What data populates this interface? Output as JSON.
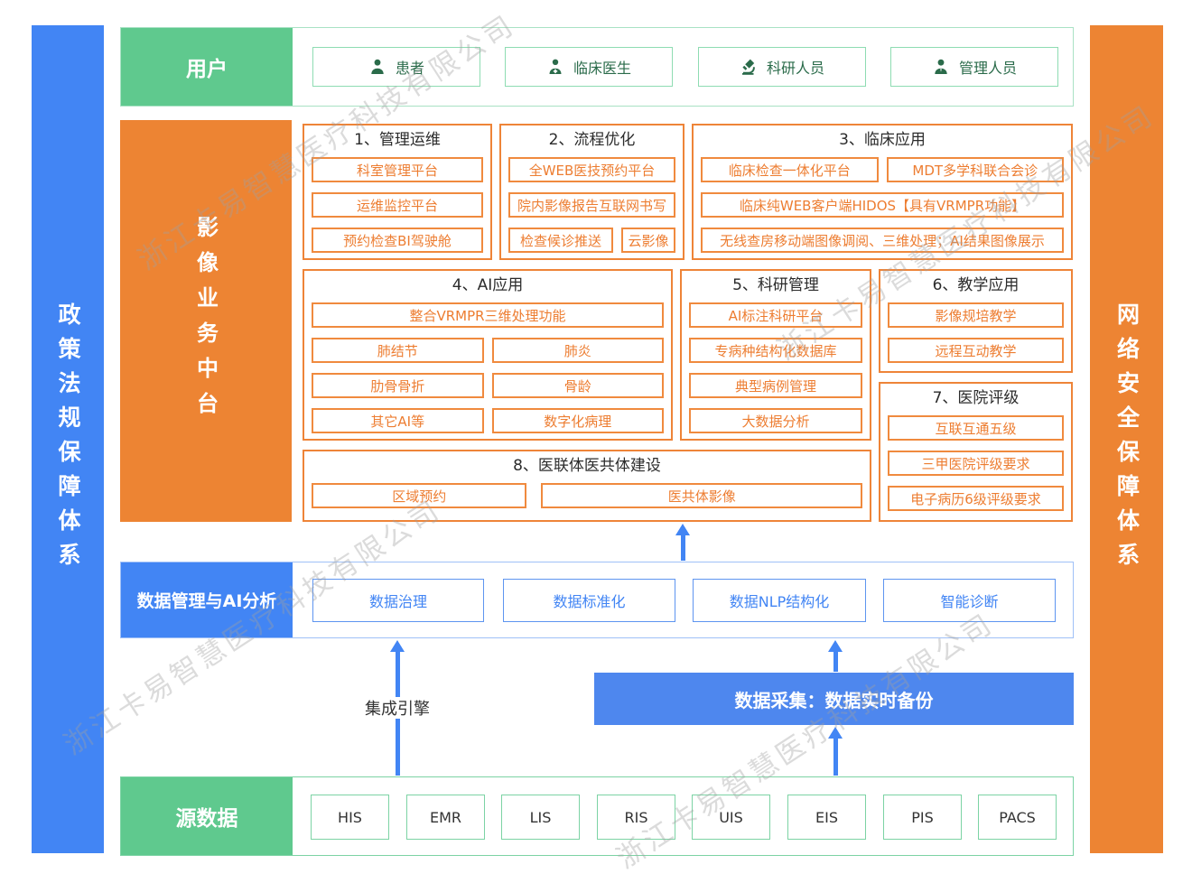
{
  "watermark": {
    "text": "浙江卡易智慧医疗科技有限公司"
  },
  "left_bar": {
    "label": "政策法规保障体系"
  },
  "right_bar": {
    "label": "网络安全保障体系"
  },
  "users_row": {
    "label": "用户",
    "items": [
      {
        "icon": "patient-icon",
        "label": "患者"
      },
      {
        "icon": "doctor-icon",
        "label": "临床医生"
      },
      {
        "icon": "microscope-icon",
        "label": "科研人员"
      },
      {
        "icon": "manager-icon",
        "label": "管理人员"
      }
    ]
  },
  "platform": {
    "label": "影像业务中台",
    "sections": {
      "s1": {
        "title": "1、管理运维",
        "items": [
          "科室管理平台",
          "运维监控平台",
          "预约检查BI驾驶舱"
        ]
      },
      "s2": {
        "title": "2、流程优化",
        "items": [
          "全WEB医技预约平台",
          "院内影像报告互联网书写"
        ],
        "pair": [
          "检查候诊推送",
          "云影像"
        ]
      },
      "s3": {
        "title": "3、临床应用",
        "pair": [
          "临床检查一体化平台",
          "MDT多学科联合会诊"
        ],
        "items": [
          "临床纯WEB客户端HIDOS【具有VRMPR功能】",
          "无线查房移动端图像调阅、三维处理；AI结果图像展示"
        ]
      },
      "s4": {
        "title": "4、AI应用",
        "full": "整合VRMPR三维处理功能",
        "pairs": [
          [
            "肺结节",
            "肺炎"
          ],
          [
            "肋骨骨折",
            "骨龄"
          ],
          [
            "其它AI等",
            "数字化病理"
          ]
        ]
      },
      "s5": {
        "title": "5、科研管理",
        "items": [
          "AI标注科研平台",
          "专病种结构化数据库",
          "典型病例管理",
          "大数据分析"
        ]
      },
      "s6": {
        "title": "6、教学应用",
        "items": [
          "影像规培教学",
          "远程互动教学"
        ]
      },
      "s7": {
        "title": "7、医院评级",
        "items": [
          "互联互通五级",
          "三甲医院评级要求",
          "电子病历6级评级要求"
        ]
      },
      "s8": {
        "title": "8、医联体医共体建设",
        "pair": [
          "区域预约",
          "医共体影像"
        ]
      }
    }
  },
  "data_mgmt_row": {
    "label": "数据管理与AI分析",
    "items": [
      "数据治理",
      "数据标准化",
      "数据NLP结构化",
      "智能诊断"
    ]
  },
  "middle": {
    "integration_label": "集成引擎",
    "collection_label": "数据采集：数据实时备份"
  },
  "source_row": {
    "label": "源数据",
    "items": [
      "HIS",
      "EMR",
      "LIS",
      "RIS",
      "UIS",
      "EIS",
      "PIS",
      "PACS"
    ]
  },
  "colors": {
    "green": "#5fc98e",
    "green_border": "#8edcb2",
    "green_text": "#2a6b4a",
    "orange": "#ed8433",
    "orange_text": "#ed7d31",
    "blue": "#4285f4",
    "blue_fill": "#4e87ee",
    "dark_text": "#2b2b2b"
  }
}
